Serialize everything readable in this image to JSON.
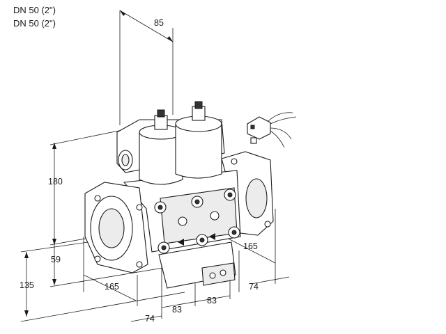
{
  "header": {
    "line1": "DN 50 (2\")",
    "line2": "DN 50 (2\")"
  },
  "dimensions": {
    "d85": "85",
    "d180": "180",
    "d59": "59",
    "d135": "135",
    "d165_left": "165",
    "d165_right": "165",
    "d74_bottom": "74",
    "d74_right": "74",
    "d83_left": "83",
    "d83_right": "83"
  }
}
